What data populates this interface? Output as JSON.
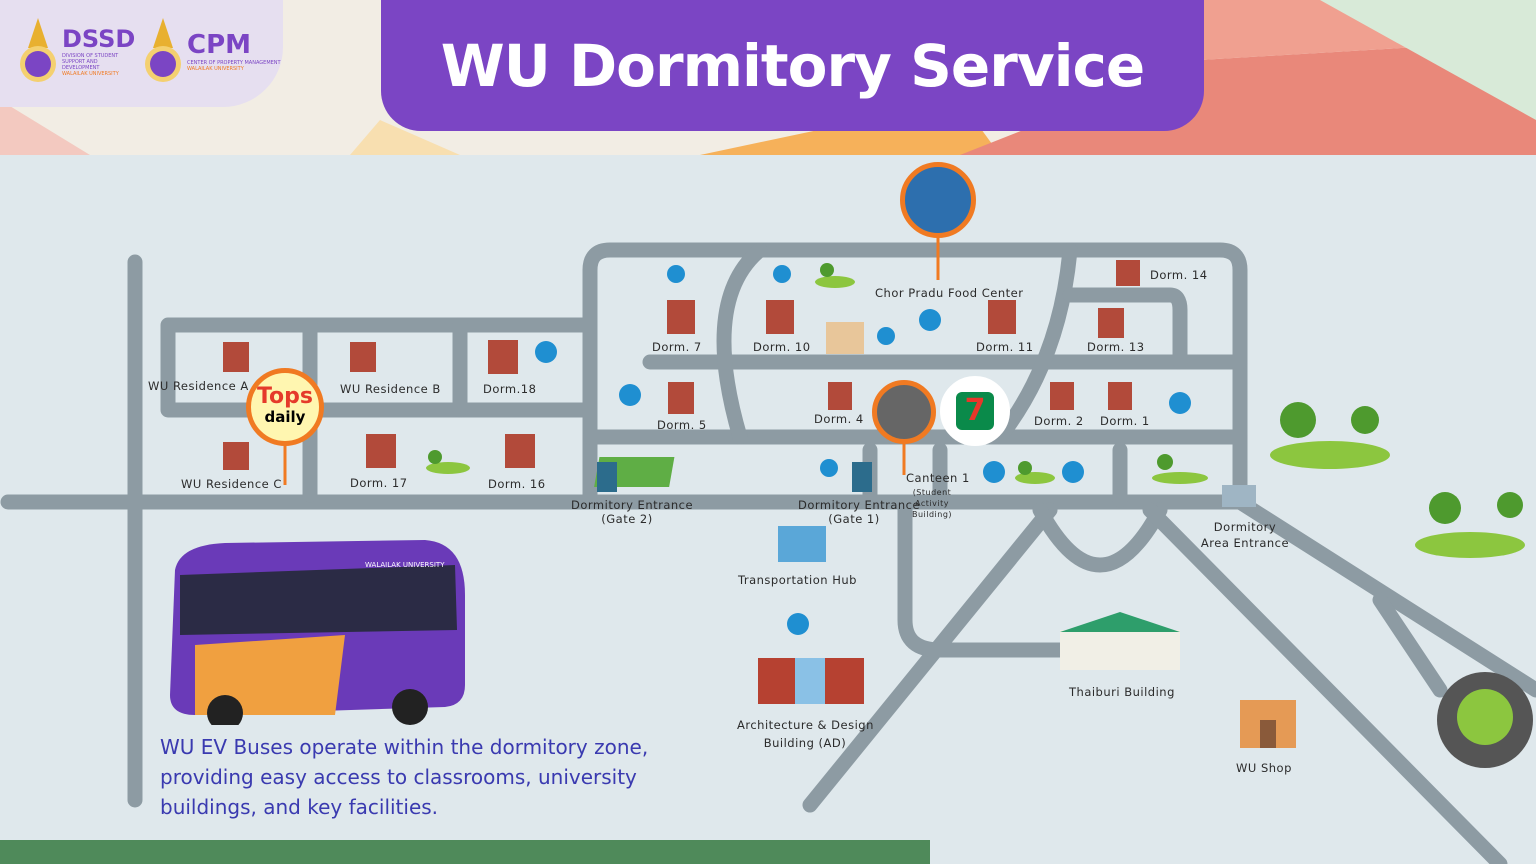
{
  "header": {
    "title": "WU Dormitory Service",
    "logos": [
      {
        "name": "DSSD",
        "sub": "DIVISION OF STUDENT SUPPORT AND DEVELOPMENT",
        "org": "WALAILAK UNIVERSITY"
      },
      {
        "name": "CPM",
        "sub": "CENTER OF PROPERTY MANAGEMENT",
        "org": "WALAILAK UNIVERSITY"
      }
    ]
  },
  "labels": {
    "wu_res_a": "WU Residence A",
    "wu_res_b": "WU Residence B",
    "wu_res_c": "WU Residence C",
    "dorm18": "Dorm.18",
    "dorm17": "Dorm. 17",
    "dorm16": "Dorm. 16",
    "dorm7": "Dorm. 7",
    "dorm10": "Dorm. 10",
    "dorm11": "Dorm. 11",
    "dorm13": "Dorm. 13",
    "dorm14": "Dorm. 14",
    "dorm5": "Dorm. 5",
    "dorm4": "Dorm. 4",
    "dorm2": "Dorm. 2",
    "dorm1": "Dorm. 1",
    "chor_pradu": "Chor Pradu Food Center",
    "canteen": "Canteen 1",
    "canteen_sub": "(Student Activity Building)",
    "gate2": "Dormitory Entrance",
    "gate2_sub": "(Gate 2)",
    "gate1": "Dormitory Entrance",
    "gate1_sub": "(Gate 1)",
    "transport_hub": "Transportation Hub",
    "dorm_area_entrance": "Dormitory Area Entrance",
    "arch": "Architecture & Design",
    "arch_sub": "Building (AD)",
    "thaiburi": "Thaiburi Building",
    "wu_shop": "WU Shop",
    "tops": "Tops",
    "tops_sub": "daily",
    "seven": "7",
    "bus_text": "WALAILAK UNIVERSITY"
  },
  "caption": "WU EV Buses operate within the dormitory zone, providing easy access to classrooms, university buildings, and key facilities.",
  "colors": {
    "banner": "#7b45c4",
    "road": "#8d9ba3",
    "background": "#dfe8ec",
    "accent_orange": "#f07a22",
    "parking_blue": "#1f8fd1"
  }
}
